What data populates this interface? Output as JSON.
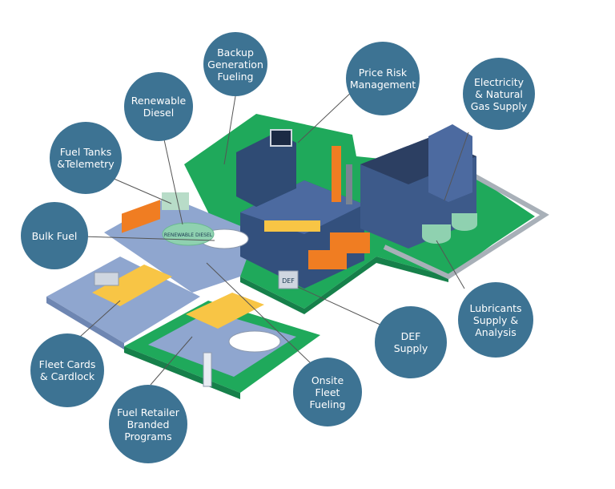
{
  "colors": {
    "bubble": "#3d7393",
    "grass": "#1fa95b",
    "pavement": "#8fa6cf",
    "building": "#3d5a8a",
    "truck_orange": "#f07d22",
    "canopy_yellow": "#f8c545",
    "tank_green": "#8fd1b0",
    "connector": "#555555"
  },
  "labels": {
    "backup_generation": "Backup\nGeneration\nFueling",
    "price_risk": "Price Risk\nManagement",
    "renewable_diesel": "Renewable\nDiesel",
    "electricity_gas": "Electricity\n& Natural\nGas Supply",
    "fuel_tanks": "Fuel Tanks\n&Telemetry",
    "bulk_fuel": "Bulk Fuel",
    "lubricants": "Lubricants\nSupply &\nAnalysis",
    "def_supply": "DEF\nSupply",
    "fleet_cards": "Fleet Cards\n& Cardlock",
    "onsite_fleet": "Onsite\nFleet\nFueling",
    "fuel_retailer": "Fuel Retailer\nBranded\nPrograms"
  },
  "scene_text": {
    "tank_sign": "RENEWABLE DIESEL",
    "def_sign": "DEF"
  }
}
